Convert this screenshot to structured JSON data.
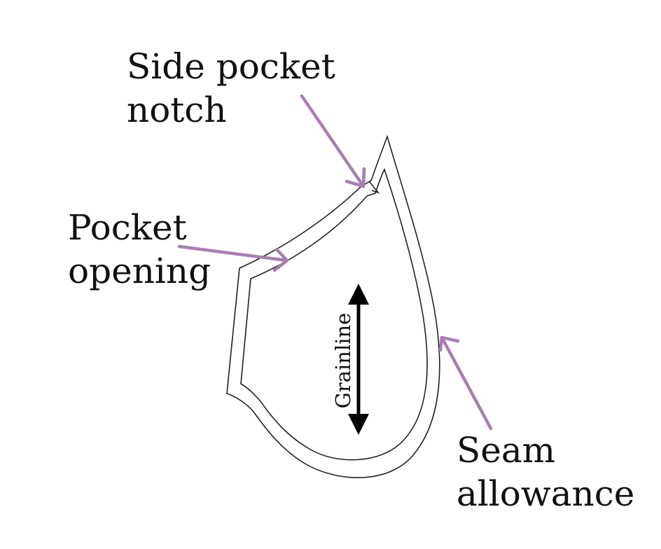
{
  "labels": {
    "side_pocket_notch": [
      "Side pocket",
      "notch"
    ],
    "pocket_opening": [
      "Pocket",
      "opening"
    ],
    "seam_allowance": [
      "Seam",
      "allowance"
    ],
    "grainline": "Grainline"
  },
  "colors": {
    "arrow": "#a97db4",
    "outline": "#222222",
    "text": "#111111",
    "grainline_arrow": "#000000"
  }
}
